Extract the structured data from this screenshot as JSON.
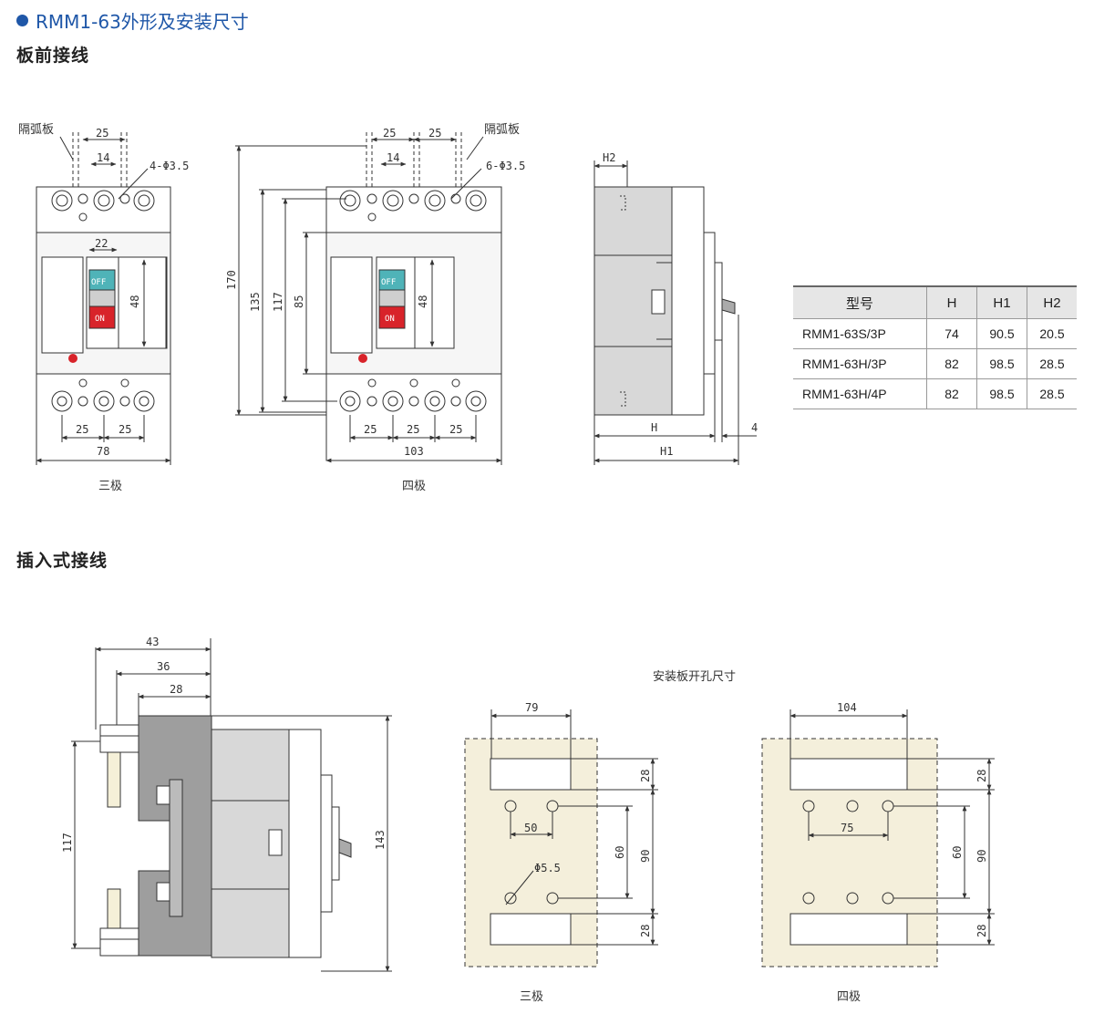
{
  "header": {
    "title": "RMM1-63外形及安装尺寸"
  },
  "sections": {
    "front_wiring": "板前接线",
    "plugin_wiring": "插入式接线"
  },
  "labels": {
    "arc_barrier": "隔弧板",
    "three_pole": "三极",
    "four_pole": "四极",
    "mount_holes_title": "安装板开孔尺寸",
    "off": "OFF",
    "on": "ON",
    "holes_3p": "4-Φ3.5",
    "holes_4p": "6-Φ3.5",
    "hole_dia": "Φ5.5"
  },
  "dims_front_3p": {
    "pitch_top": "25",
    "gap": "14",
    "handle_w": "22",
    "handle_h": "48",
    "pitch_bottom_a": "25",
    "pitch_bottom_b": "25",
    "width": "78"
  },
  "dims_front_4p": {
    "pitch_top_a": "25",
    "pitch_top_b": "25",
    "gap": "14",
    "handle_h": "48",
    "h_total": "170",
    "h_135": "135",
    "h_117": "117",
    "h_85": "85",
    "pitch_a": "25",
    "pitch_b": "25",
    "pitch_c": "25",
    "width": "103"
  },
  "dims_side": {
    "h2": "H2",
    "h": "H",
    "h1": "H1",
    "four": "4"
  },
  "table": {
    "headers": [
      "型号",
      "H",
      "H1",
      "H2"
    ],
    "rows": [
      [
        "RMM1-63S/3P",
        "74",
        "90.5",
        "20.5"
      ],
      [
        "RMM1-63H/3P",
        "82",
        "98.5",
        "28.5"
      ],
      [
        "RMM1-63H/4P",
        "82",
        "98.5",
        "28.5"
      ]
    ]
  },
  "dims_plugin": {
    "d43": "43",
    "d36": "36",
    "d28": "28",
    "h117": "117",
    "h143": "143"
  },
  "dims_panel_3p": {
    "w": "79",
    "hole_pitch": "50",
    "d28_top": "28",
    "d60": "60",
    "d90": "90",
    "d28_bottom": "28"
  },
  "dims_panel_4p": {
    "w": "104",
    "hole_pitch": "75",
    "d28_top": "28",
    "d60": "60",
    "d90": "90",
    "d28_bottom": "28"
  },
  "colors": {
    "title_blue": "#1f57a8",
    "off_button": "#4fb3b8",
    "on_button": "#d8232a",
    "panel_fill": "#f4efdb",
    "body_gray": "#d8d8d8"
  }
}
